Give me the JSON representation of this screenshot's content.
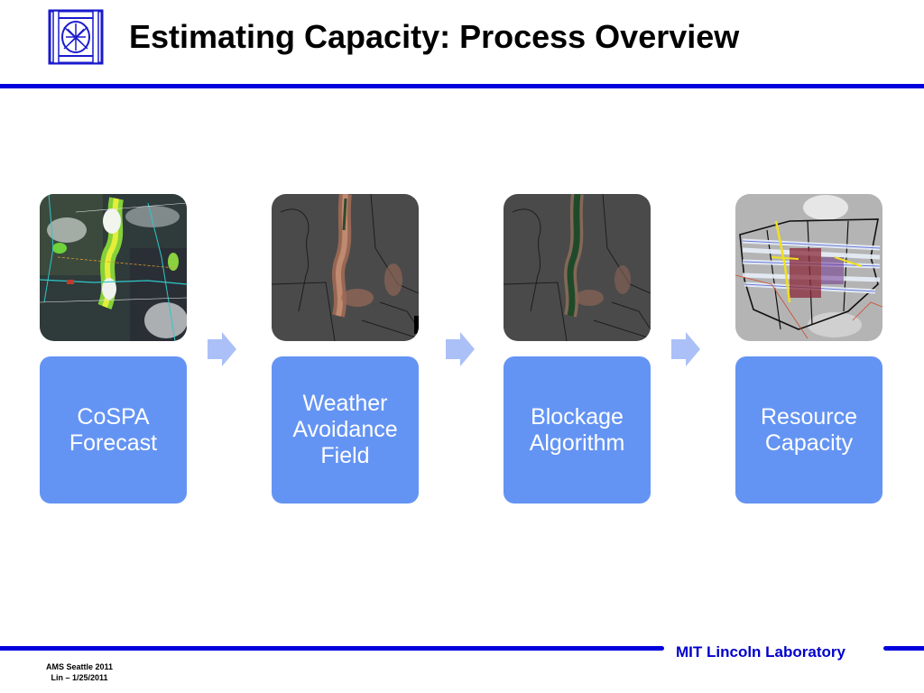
{
  "slide": {
    "title": "Estimating Capacity: Process Overview"
  },
  "logo": {
    "icon": "mit-ll-logo-icon",
    "color": "#1a1acc"
  },
  "steps": [
    {
      "lines": [
        "CoSPA",
        "Forecast"
      ],
      "image": "cospa-forecast-map"
    },
    {
      "lines": [
        "Weather",
        "Avoidance",
        "Field"
      ],
      "image": "weather-avoidance-field-map"
    },
    {
      "lines": [
        "Blockage",
        "Algorithm"
      ],
      "image": "blockage-algorithm-map"
    },
    {
      "lines": [
        "Resource",
        "Capacity"
      ],
      "image": "resource-capacity-map"
    }
  ],
  "arrows": {
    "icon": "chevron-right-arrow-icon",
    "color": "#aac0f6"
  },
  "footer": {
    "brand": "MIT Lincoln Laboratory",
    "note_line1": "AMS Seattle 2011",
    "note_line2": "Lin – 1/25/2011"
  },
  "colors": {
    "accent_rule": "#0000dd",
    "card_fill": "#6494f3",
    "brand_text": "#0000cc"
  }
}
